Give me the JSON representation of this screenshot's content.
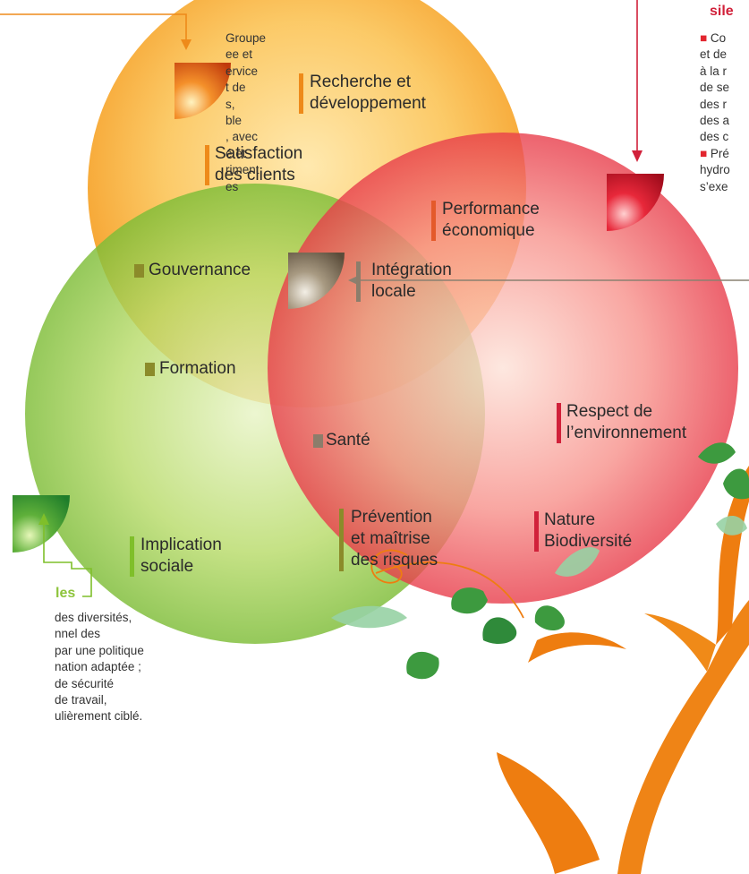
{
  "colors": {
    "orange": "#f6a21e",
    "red": "#e5283a",
    "green": "#7fbf2a",
    "gray_brown": "#8a7a62",
    "header_green": "#8dc43b",
    "header_red": "#d1213a",
    "tree_orange": "#ee7d10",
    "leaf_green": "#3d9a3f"
  },
  "labels": {
    "recherche": "Recherche et\ndéveloppement",
    "satisfaction": "Satisfaction\ndes clients",
    "performance": "Performance\néconomique",
    "gouvernance": "Gouvernance",
    "formation": "Formation",
    "integration": "Intégration\nlocale",
    "sante": "Santé",
    "respect": "Respect de\nl’environnement",
    "implication": "Implication\nsociale",
    "prevention": "Prévention\net maîtrise\ndes risques",
    "nature": "Nature\nBiodiversité"
  },
  "left_text": [
    "Groupe",
    "ee et",
    "",
    "ervice",
    "t de",
    "s,",
    "ble",
    ", avec",
    "é et",
    "riment",
    "es"
  ],
  "right_text": {
    "header": "sile",
    "lines": [
      "Co",
      "et de",
      "à la r",
      "de se",
      "des r",
      "des a",
      "des c",
      "Pré",
      "hydro",
      "s’exe"
    ]
  },
  "bottom_text": {
    "header": "les",
    "lines": [
      "des diversités,",
      "nnel des",
      "par une politique",
      "nation adaptée ;",
      "de sécurité",
      "de travail,",
      "ulièrement ciblé."
    ]
  }
}
